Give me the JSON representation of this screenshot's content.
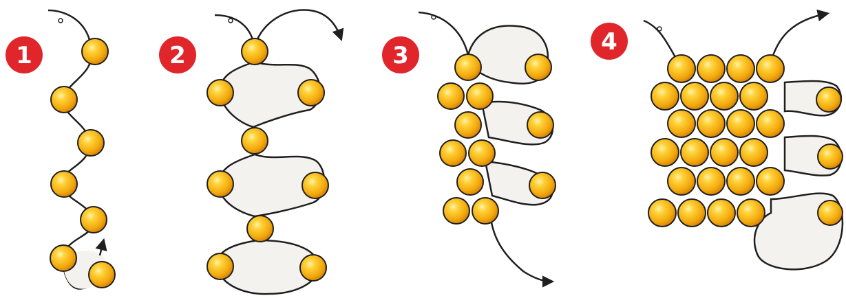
{
  "colors": {
    "badge": "#e0262b",
    "badge_text": "#ffffff",
    "bead_fill": "#f5b50e",
    "bead_dark": "#d9820a",
    "bead_highlight": "#ffe78a",
    "thread": "#1f1f1f",
    "thread_fill": "#f4f2ee"
  },
  "steps": [
    {
      "number": "1"
    },
    {
      "number": "2"
    },
    {
      "number": "3"
    },
    {
      "number": "4"
    }
  ]
}
